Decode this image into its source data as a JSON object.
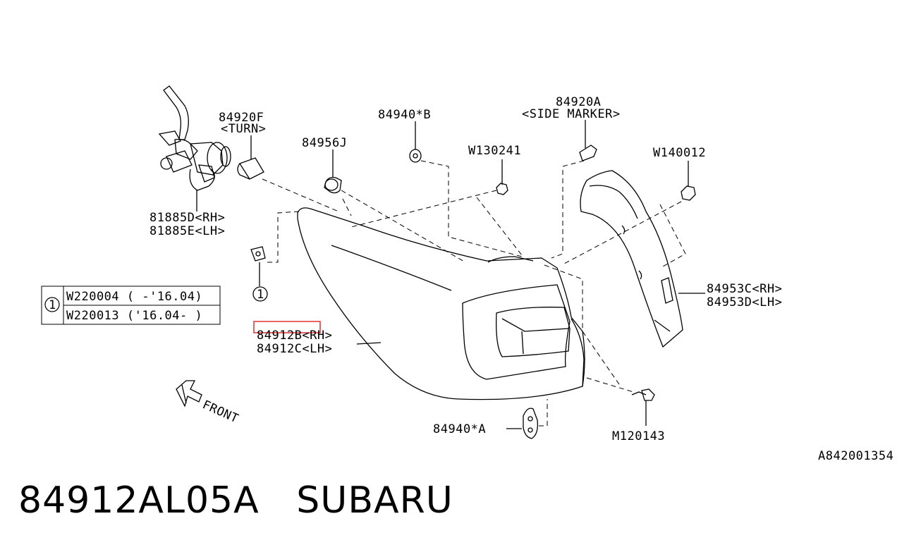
{
  "labels": {
    "turn_part": "84920F",
    "turn_note": "<TURN>",
    "socket_rh": "81885D<RH>",
    "socket_lh": "81885E<LH>",
    "grommet": "84956J",
    "nut_b": "84940*B",
    "bolt_w130241": "W130241",
    "side_marker_part": "84920A",
    "side_marker_note": "<SIDE MARKER>",
    "clip_w140012": "W140012",
    "cover_rh": "84953C<RH>",
    "cover_lh": "84953D<LH>",
    "lamp_rh": "84912B<RH>",
    "lamp_lh": "84912C<LH>",
    "nut_a": "84940*A",
    "screw_m120143": "M120143",
    "ref_number": "1",
    "front": "FRONT",
    "diagram_code": "A842001354"
  },
  "ref_table": {
    "number": "1",
    "rows": [
      "W220004 ( -'16.04)",
      "W220013 ('16.04- )"
    ]
  },
  "highlight_color": "#e03030",
  "footer": {
    "part_number": "84912AL05A",
    "brand": "SUBARU"
  }
}
